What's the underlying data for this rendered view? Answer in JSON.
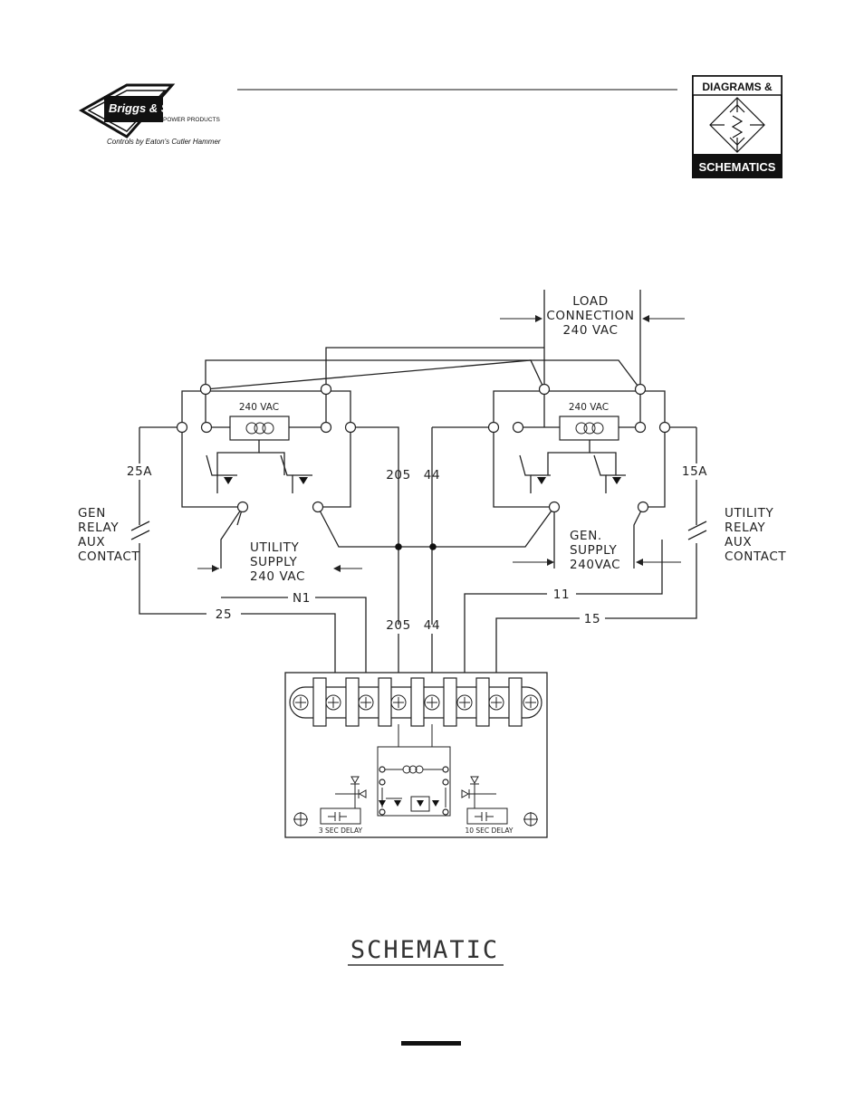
{
  "brand": {
    "name": "Briggs & Stratton",
    "tagline": "POWER PRODUCTS",
    "credit": "Controls by Eaton's Cutler Hammer"
  },
  "badge": {
    "top": "DIAGRAMS &",
    "bottom": "SCHEMATICS"
  },
  "diagram": {
    "load_connection": [
      "LOAD",
      "CONNECTION",
      "240 VAC"
    ],
    "coil_left": "240 VAC",
    "coil_right": "240 VAC",
    "wire_25a": "25A",
    "wire_15a": "15A",
    "wire_205": "205",
    "wire_44": "44",
    "gen_relay": [
      "GEN",
      "RELAY",
      "AUX",
      "CONTACT"
    ],
    "utility_relay": [
      "UTILITY",
      "RELAY",
      "AUX",
      "CONTACT"
    ],
    "utility_supply": [
      "UTILITY",
      "SUPPLY",
      "240 VAC"
    ],
    "gen_supply": [
      "GEN.",
      "SUPPLY",
      "240VAC"
    ],
    "wire_n1": "N1",
    "wire_11": "11",
    "wire_25": "25",
    "wire_15": "15",
    "wire_205_lower": "205",
    "wire_44_lower": "44",
    "delay_left": "3 SEC DELAY",
    "delay_right": "10 SEC DELAY"
  },
  "title": "SCHEMATIC"
}
